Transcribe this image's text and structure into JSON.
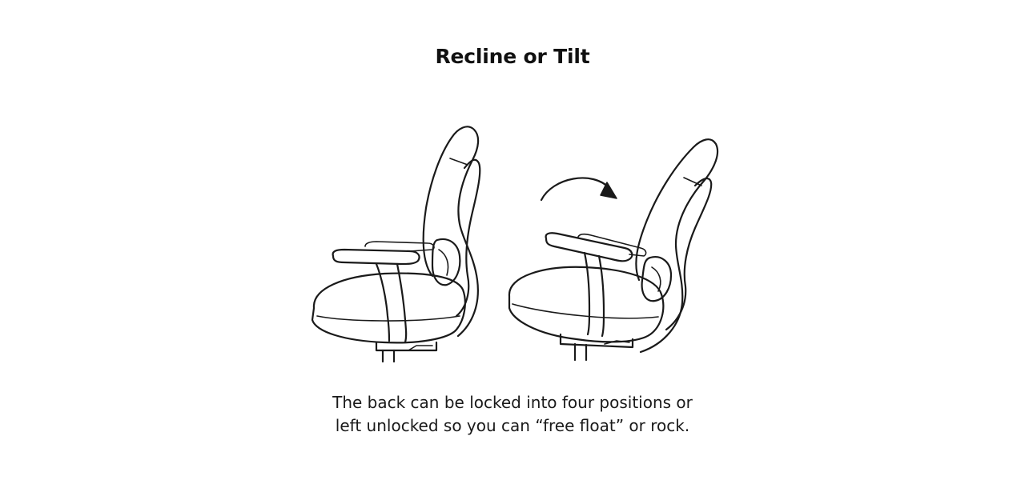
{
  "title": "Recline or Tilt",
  "caption": {
    "line1": "The back can be locked into four positions or",
    "line2": "left unlocked so you can “free float” or rock."
  },
  "illustrations": {
    "left": "upright-chair-icon",
    "arrow": "curved-arrow-icon",
    "right": "reclined-chair-icon"
  },
  "colors": {
    "background": "#ffffff",
    "ink": "#1a1a1a"
  }
}
